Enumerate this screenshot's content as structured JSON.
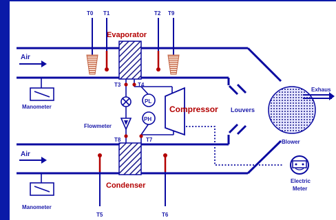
{
  "background_color": "#0a1aa8",
  "panel_color": "#ffffff",
  "line_color": "#0a0aa0",
  "accent_color": "#b30000",
  "labels": {
    "air_top": "Air",
    "air_bottom": "Air",
    "evaporator": "Evaporator",
    "condenser": "Condenser",
    "compressor": "Compressor",
    "louvers": "Louvers",
    "exhaust": "Exhaus",
    "blower": "Blower",
    "manometer_top": "Manometer",
    "manometer_bottom": "Manometer",
    "flowmeter": "Flowmeter",
    "electric_meter_1": "Electric",
    "electric_meter_2": "Meter",
    "pl": "PL",
    "ph": "PH"
  },
  "sensors": {
    "t0": "T0",
    "t1": "T1",
    "t2": "T2",
    "t9": "T9",
    "t3": "T3",
    "t4": "T4",
    "t8": "T8",
    "t7": "T7",
    "t5": "T5",
    "t6": "T6"
  }
}
